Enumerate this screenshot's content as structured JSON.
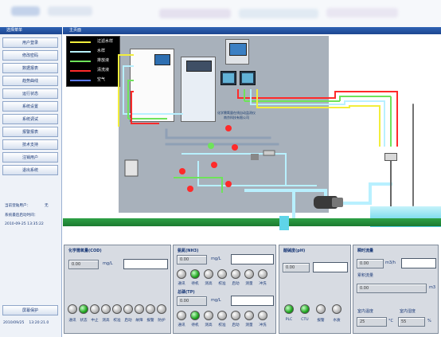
{
  "header": {
    "left_label": "选择菜单",
    "right_label": "主页面"
  },
  "sidebar": {
    "items": [
      {
        "label": "用户登录"
      },
      {
        "label": "修改密码"
      },
      {
        "label": "数据报表"
      },
      {
        "label": "趋势曲线"
      },
      {
        "label": "运行状态"
      },
      {
        "label": "系统设置"
      },
      {
        "label": "系统调试"
      },
      {
        "label": "报警报表"
      },
      {
        "label": "技术支持"
      },
      {
        "label": "注销用户"
      },
      {
        "label": "退出系统"
      }
    ],
    "current_user_label": "当前登陆用户：",
    "current_user_value": "无",
    "start_time_label": "系统最后启动时间：",
    "start_time_value": "2010-09-25 13:35:22",
    "screen_saver_label": "屏幕保护",
    "footer_date": "2010/09/25",
    "footer_time": "13:20:21.0"
  },
  "legend": [
    {
      "label": "过滤水样",
      "color": "#f2ee3c"
    },
    {
      "label": "水样",
      "color": "#b8f0ff"
    },
    {
      "label": "排放液",
      "color": "#6ee35a"
    },
    {
      "label": "清洗液",
      "color": "#ff2a2a"
    },
    {
      "label": "空气",
      "color": "#5a78ff"
    }
  ],
  "scene": {
    "company_line1": "化学需氧量在线自动监测仪",
    "company_line2": "南京科技有限公司"
  },
  "cod_panel": {
    "title": "化学需氧量(COD)",
    "value": "0.00",
    "unit": "mg/L",
    "lamps": [
      {
        "label": "通讯",
        "on": false
      },
      {
        "label": "状态",
        "on": true
      },
      {
        "label": "中止",
        "on": false
      },
      {
        "label": "测高",
        "on": false
      },
      {
        "label": "校准",
        "on": false
      },
      {
        "label": "启动",
        "on": false
      },
      {
        "label": "故障",
        "on": false
      },
      {
        "label": "报警",
        "on": false
      },
      {
        "label": "防护",
        "on": false
      }
    ]
  },
  "nh_panel": {
    "title": "氨氮(NH3)",
    "value": "0.00",
    "unit": "mg/L",
    "lamps": [
      {
        "label": "通讯",
        "on": false
      },
      {
        "label": "待机",
        "on": true
      },
      {
        "label": "测高",
        "on": false
      },
      {
        "label": "校准",
        "on": false
      },
      {
        "label": "启动",
        "on": false
      },
      {
        "label": "测量",
        "on": false
      },
      {
        "label": "冲洗",
        "on": false
      }
    ]
  },
  "tp_panel": {
    "title": "总磷(TP)",
    "value": "0.00",
    "unit": "mg/L",
    "lamps": [
      {
        "label": "通讯",
        "on": false
      },
      {
        "label": "待机",
        "on": true
      },
      {
        "label": "测高",
        "on": false
      },
      {
        "label": "校准",
        "on": false
      },
      {
        "label": "启动",
        "on": false
      },
      {
        "label": "测量",
        "on": false
      },
      {
        "label": "冲洗",
        "on": false
      }
    ]
  },
  "ph_panel": {
    "title": "酸碱度(pH)",
    "value": "0.00",
    "lamps": [
      {
        "label": "PLC",
        "on": true
      },
      {
        "label": "CTU",
        "on": true
      },
      {
        "label": "报警",
        "on": false
      },
      {
        "label": "水质",
        "on": false
      }
    ]
  },
  "flow_panel": {
    "title": "瞬时流量",
    "value": "0.00",
    "unit": "m3/h",
    "total_label": "累积流量",
    "total_value": "0.00",
    "total_unit": "m3",
    "indoor_temp_label": "室内温度",
    "indoor_temp_value": "25",
    "indoor_temp_unit": "°C",
    "indoor_hum_label": "室内湿度",
    "indoor_hum_value": "55",
    "indoor_hum_unit": "%"
  }
}
